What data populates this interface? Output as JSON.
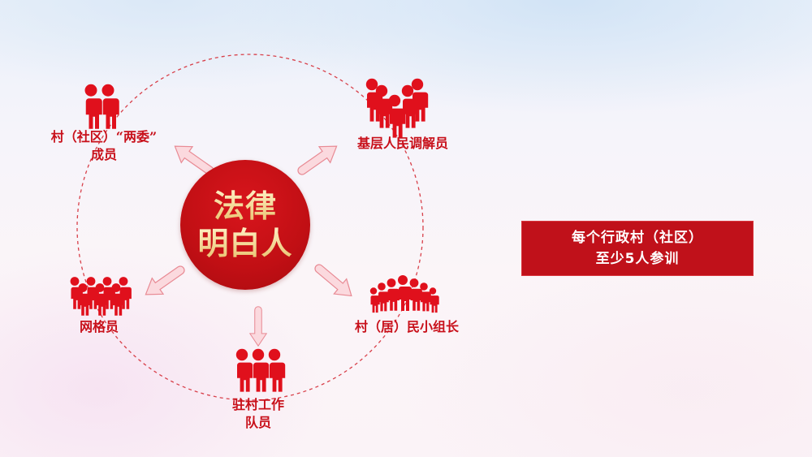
{
  "center": {
    "line1": "法律",
    "line2": "明白人"
  },
  "nodes": [
    {
      "id": "village-committee",
      "line1": "村（社区）“两委”",
      "line2": "成员",
      "icon": "two-people-icon"
    },
    {
      "id": "mediator",
      "line1": "基层人民调解员",
      "line2": "",
      "icon": "group-five-people-icon"
    },
    {
      "id": "grid-member",
      "line1": "网格员",
      "line2": "",
      "icon": "crowd-eight-people-icon"
    },
    {
      "id": "villager-group-leader",
      "line1": "村（居）民小组长",
      "line2": "",
      "icon": "crowd-seven-people-icon"
    },
    {
      "id": "resident-work-team",
      "line1": "驻村工作",
      "line2": "队员",
      "icon": "three-people-icon"
    }
  ],
  "callout": {
    "line1": "每个行政村（社区）",
    "line2": "至少5人参训"
  },
  "colors": {
    "primary_red": "#c0111a",
    "icon_red": "#e0101c",
    "gold_text": "#f6dc9a",
    "arrow_fill": "#fbd9de",
    "arrow_stroke": "#e88a94"
  }
}
